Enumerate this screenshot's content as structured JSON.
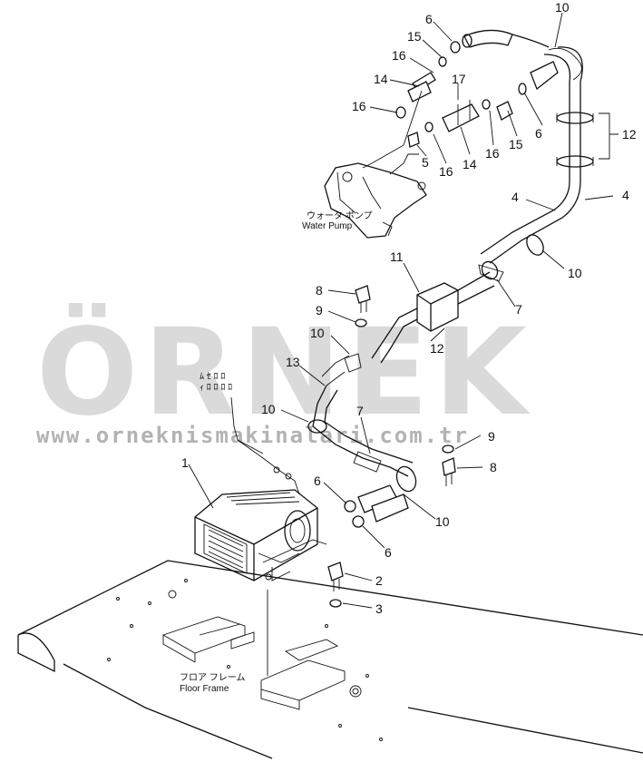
{
  "watermark": {
    "brand": "ÖRNEK",
    "url": "www.orneknismakinalari.com.tr",
    "color": "#bdbdbd",
    "accent": "#f0d890"
  },
  "captions": {
    "water_pump_jp": "ウォータ ポンプ",
    "water_pump_en": "Water Pump",
    "floor_frame_jp": "フロア フレーム",
    "floor_frame_en": "Floor Frame",
    "sensor_label": "ﾑ ｾ  ﾛ ﾛ",
    "sensor_label2": "ｨ ﾛ  ﾛ ﾛ ﾛ"
  },
  "callouts": [
    {
      "id": "c6a",
      "label": "6"
    },
    {
      "id": "c10a",
      "label": "10"
    },
    {
      "id": "c15a",
      "label": "15"
    },
    {
      "id": "c16a",
      "label": "16"
    },
    {
      "id": "c14a",
      "label": "14"
    },
    {
      "id": "c16b",
      "label": "16"
    },
    {
      "id": "c17",
      "label": "17"
    },
    {
      "id": "c6b",
      "label": "6"
    },
    {
      "id": "c12a",
      "label": "12"
    },
    {
      "id": "c5",
      "label": "5"
    },
    {
      "id": "c16c",
      "label": "16"
    },
    {
      "id": "c14b",
      "label": "14"
    },
    {
      "id": "c16d",
      "label": "16"
    },
    {
      "id": "c15b",
      "label": "15"
    },
    {
      "id": "c4a",
      "label": "4"
    },
    {
      "id": "c4b",
      "label": "4"
    },
    {
      "id": "c11",
      "label": "11"
    },
    {
      "id": "c10b",
      "label": "10"
    },
    {
      "id": "c8a",
      "label": "8"
    },
    {
      "id": "c7a",
      "label": "7"
    },
    {
      "id": "c9a",
      "label": "9"
    },
    {
      "id": "c12b",
      "label": "12"
    },
    {
      "id": "c10c",
      "label": "10"
    },
    {
      "id": "c13",
      "label": "13"
    },
    {
      "id": "c10d",
      "label": "10"
    },
    {
      "id": "c7b",
      "label": "7"
    },
    {
      "id": "c9b",
      "label": "9"
    },
    {
      "id": "c8b",
      "label": "8"
    },
    {
      "id": "c1",
      "label": "1"
    },
    {
      "id": "c6c",
      "label": "6"
    },
    {
      "id": "c10e",
      "label": "10"
    },
    {
      "id": "c6d",
      "label": "6"
    },
    {
      "id": "c2",
      "label": "2"
    },
    {
      "id": "c3",
      "label": "3"
    }
  ]
}
